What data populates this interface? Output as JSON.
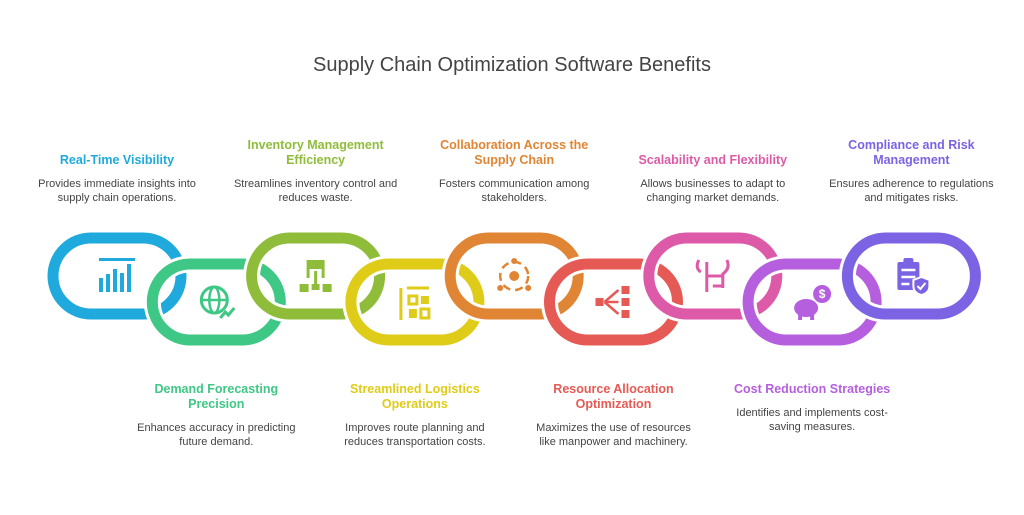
{
  "title": "Supply Chain Optimization Software Benefits",
  "items": [
    {
      "title": "Real-Time Visibility",
      "desc": "Provides immediate insights into supply chain operations.",
      "color": "#1fa9dc",
      "icon": "bar-chart-icon",
      "pos": "top"
    },
    {
      "title": "Demand Forecasting Precision",
      "desc": "Enhances accuracy in predicting future demand.",
      "color": "#3ec785",
      "icon": "globe-trend-icon",
      "pos": "bottom"
    },
    {
      "title": "Inventory Management Efficiency",
      "desc": "Streamlines inventory control and reduces waste.",
      "color": "#8fbd3a",
      "icon": "hierarchy-icon",
      "pos": "top"
    },
    {
      "title": "Streamlined Logistics Operations",
      "desc": "Improves route planning and reduces transportation costs.",
      "color": "#dfcc19",
      "icon": "route-arrows-icon",
      "pos": "bottom"
    },
    {
      "title": "Collaboration Across the Supply Chain",
      "desc": "Fosters communication among stakeholders.",
      "color": "#e08533",
      "icon": "team-gear-icon",
      "pos": "top"
    },
    {
      "title": "Resource Allocation Optimization",
      "desc": "Maximizes the use of resources like manpower and machinery.",
      "color": "#e55a54",
      "icon": "distribution-icon",
      "pos": "bottom"
    },
    {
      "title": "Scalability and Flexibility",
      "desc": "Allows businesses to adapt to changing market demands.",
      "color": "#dd5aa8",
      "icon": "flex-icon",
      "pos": "top"
    },
    {
      "title": "Cost Reduction Strategies",
      "desc": "Identifies and implements cost-saving measures.",
      "color": "#b55fdf",
      "icon": "piggy-bank-icon",
      "pos": "bottom"
    },
    {
      "title": "Compliance and Risk Management",
      "desc": "Ensures adherence to regulations and mitigates risks.",
      "color": "#7b63e3",
      "icon": "clipboard-shield-icon",
      "pos": "top"
    }
  ]
}
